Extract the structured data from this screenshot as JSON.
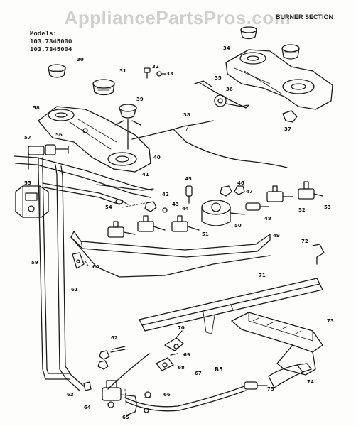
{
  "watermark": "AppliancePartsPros.com",
  "section_title": "BURNER SECTION",
  "models_label": "Models:",
  "models": [
    "103.7345000",
    "103.7345004"
  ],
  "footer_mark": "B5",
  "callouts": [
    "30",
    "31",
    "32",
    "33",
    "34",
    "35",
    "36",
    "37",
    "38",
    "39",
    "40",
    "41",
    "42",
    "43",
    "44",
    "45",
    "46",
    "47",
    "48",
    "49",
    "50",
    "51",
    "52",
    "53",
    "54",
    "55",
    "56",
    "57",
    "58",
    "59",
    "60",
    "61",
    "62",
    "63",
    "64",
    "65",
    "66",
    "67",
    "68",
    "69",
    "70",
    "71",
    "72",
    "73",
    "74",
    "75"
  ],
  "colors": {
    "ink": "#1a1a1a",
    "paper": "#fdfdfb",
    "watermark": "#969696"
  }
}
